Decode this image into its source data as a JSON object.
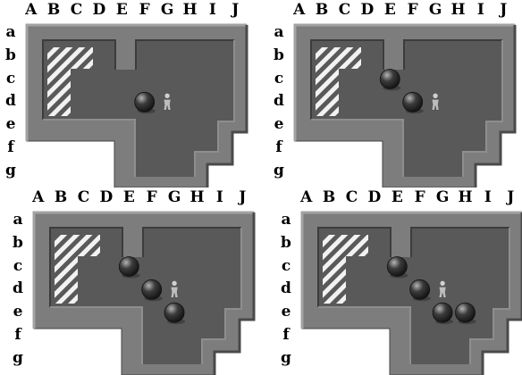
{
  "columns": [
    "A",
    "B",
    "C",
    "D",
    "E",
    "F",
    "G",
    "H",
    "I",
    "J"
  ],
  "rows": [
    "a",
    "b",
    "c",
    "d",
    "e",
    "f",
    "g"
  ],
  "colors": {
    "wall": "#7d7d7d",
    "floor": "#595959",
    "goal_stripe": "#f2f2f2",
    "boulder": "#3c3c3c"
  },
  "panels": [
    {
      "id": "top-left",
      "boulders": [
        "F-d"
      ],
      "player": "G-d"
    },
    {
      "id": "top-right",
      "boulders": [
        "E-c",
        "F-d"
      ],
      "player": "G-d"
    },
    {
      "id": "bottom-left",
      "boulders": [
        "E-c",
        "F-d",
        "G-e"
      ],
      "player": "G-d"
    },
    {
      "id": "bottom-right",
      "boulders": [
        "E-c",
        "F-d",
        "G-e",
        "H-e"
      ],
      "player": "G-d"
    }
  ]
}
